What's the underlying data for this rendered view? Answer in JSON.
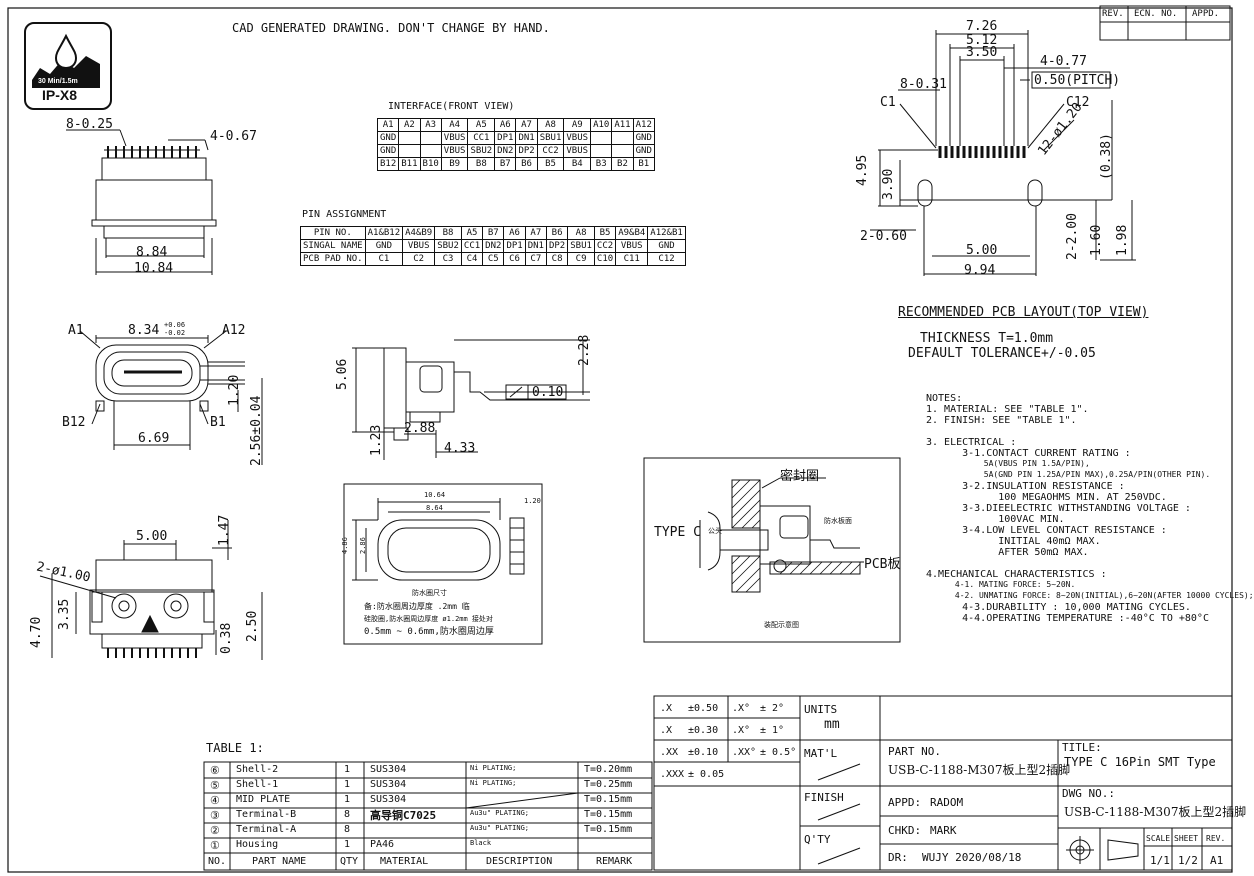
{
  "header": {
    "cad_note": "CAD GENERATED DRAWING. DON'T CHANGE BY HAND.",
    "rev_headers": [
      "REV.",
      "ECN. NO.",
      "APPD."
    ]
  },
  "badge": {
    "subtitle": "30 Min/1.5m",
    "title": "IP-X8"
  },
  "interface": {
    "title": "INTERFACE(FRONT VIEW)",
    "rows": [
      [
        "A1",
        "A2",
        "A3",
        "A4",
        "A5",
        "A6",
        "A7",
        "A8",
        "A9",
        "A10",
        "A11",
        "A12"
      ],
      [
        "GND",
        "",
        "",
        "VBUS",
        "CC1",
        "DP1",
        "DN1",
        "SBU1",
        "VBUS",
        "",
        "",
        "GND"
      ],
      [
        "GND",
        "",
        "",
        "VBUS",
        "SBU2",
        "DN2",
        "DP2",
        "CC2",
        "VBUS",
        "",
        "",
        "GND"
      ],
      [
        "B12",
        "B11",
        "B10",
        "B9",
        "B8",
        "B7",
        "B6",
        "B5",
        "B4",
        "B3",
        "B2",
        "B1"
      ]
    ]
  },
  "pin_assignment": {
    "title": "PIN ASSIGNMENT",
    "rows": [
      [
        "PIN NO.",
        "A1&B12",
        "A4&B9",
        "B8",
        "A5",
        "B7",
        "A6",
        "A7",
        "B6",
        "A8",
        "B5",
        "A9&B4",
        "A12&B1"
      ],
      [
        "SINGAL NAME",
        "GND",
        "VBUS",
        "SBU2",
        "CC1",
        "DN2",
        "DP1",
        "DN1",
        "DP2",
        "SBU1",
        "CC2",
        "VBUS",
        "GND"
      ],
      [
        "PCB PAD NO.",
        "C1",
        "C2",
        "C3",
        "C4",
        "C5",
        "C6",
        "C7",
        "C8",
        "C9",
        "C10",
        "C11",
        "C12"
      ]
    ]
  },
  "dims": {
    "d_8_025": "8-0.25",
    "d_4_067": "4-0.67",
    "d_884": "8.84",
    "d_1084": "10.84",
    "a1": "A1",
    "a12": "A12",
    "d_834": "8.34",
    "d_834_tol_up": "+0.06",
    "d_834_tol_dn": "-0.02",
    "b12": "B12",
    "b1": "B1",
    "d_669": "6.69",
    "d_120": "1.20",
    "d_256": "2.56±0.04",
    "d_500b": "5.00",
    "d_147": "1.47",
    "d_2phi100": "2-ø1.00",
    "d_335": "3.35",
    "d_470": "4.70",
    "d_038": "0.38",
    "d_250": "2.50",
    "d_506": "5.06",
    "d_228": "2.28",
    "d_288": "2.88",
    "d_123": "1.23",
    "d_433": "4.33",
    "d_010": "0.10",
    "d_726": "7.26",
    "d_512": "5.12",
    "d_350": "3.50",
    "d_4_077": "4-0.77",
    "d_pitch": "0.50(PITCH)",
    "d_8_031": "8-0.31",
    "c1": "C1",
    "c12": "C12",
    "d_12phi120": "12-ø1.20",
    "d_495": "4.95",
    "d_390": "3.90",
    "d_038p": "(0.38)",
    "d_2_060": "2-0.60",
    "d_500": "5.00",
    "d_994": "9.94",
    "d_2_200": "2-2.00",
    "d_160": "1.60",
    "d_198": "1.98",
    "d_1064": "10.64",
    "d_864": "8.64",
    "d_486": "4.86",
    "d_286": "2.86",
    "d_120s": "1.20"
  },
  "panel_notes": {
    "caption": "防水圈尺寸",
    "line1": "备:防水圈周边厚度 .2mm 临",
    "line2": "硅胶圈,防水圈周边厚度 ø1.2mm 接处对",
    "line3": "0.5mm ~ 0.6mm,防水圈周边厚"
  },
  "section": {
    "seal": "密封圈",
    "typec": "TYPE C",
    "plug": "公头",
    "waterproof": "防水板面",
    "pcb": "PCB板",
    "caption": "装配示意图"
  },
  "pcb_layout": {
    "title": "RECOMMENDED PCB LAYOUT(TOP VIEW)",
    "thickness": "THICKNESS T=1.0mm",
    "tolerance": "DEFAULT TOLERANCE+/-0.05"
  },
  "notes": {
    "lines": [
      "NOTES:",
      "1. MATERIAL: SEE \"TABLE 1\".",
      "2. FINISH: SEE \"TABLE 1\".",
      "",
      "3. ELECTRICAL :",
      "      3-1.CONTACT CURRENT RATING :",
      "            5A(VBUS PIN 1.5A/PIN),",
      "            5A(GND PIN 1.25A/PIN MAX),0.25A/PIN(OTHER PIN).",
      "      3-2.INSULATION RESISTANCE :",
      "            100 MEGAOHMS MIN. AT 250VDC.",
      "      3-3.DIEELECTRIC WITHSTANDING VOLTAGE :",
      "            100VAC MIN.",
      "      3-4.LOW LEVEL CONTACT RESISTANCE :",
      "            INITIAL 40mΩ MAX.",
      "            AFTER 50mΩ MAX.",
      "",
      "4.MECHANICAL CHARACTERISTICS :",
      "      4-1. MATING FORCE: 5~20N.",
      "      4-2. UNMATING FORCE: 8~20N(INITIAL),6~20N(AFTER 10000 CYCLES);",
      "      4-3.DURABILITY : 10,000 MATING CYCLES.",
      "      4-4.OPERATING TEMPERATURE :-40°C TO +80°C"
    ]
  },
  "table1": {
    "title": "TABLE 1:",
    "rows": [
      {
        "no": "⑥",
        "name": "Shell-2",
        "qty": "1",
        "mat": "SUS304",
        "desc": "Ni PLATING;",
        "rem": "T=0.20mm"
      },
      {
        "no": "⑤",
        "name": "Shell-1",
        "qty": "1",
        "mat": "SUS304",
        "desc": "Ni PLATING;",
        "rem": "T=0.25mm"
      },
      {
        "no": "④",
        "name": "MID PLATE",
        "qty": "1",
        "mat": "SUS304",
        "desc": "",
        "rem": "T=0.15mm"
      },
      {
        "no": "③",
        "name": "Terminal-B",
        "qty": "8",
        "mat": "高导铜C7025",
        "desc": "Au3u\" PLATING;",
        "rem": "T=0.15mm"
      },
      {
        "no": "②",
        "name": "Terminal-A",
        "qty": "8",
        "mat": "",
        "desc": "Au3u\" PLATING;",
        "rem": "T=0.15mm"
      },
      {
        "no": "①",
        "name": "Housing",
        "qty": "1",
        "mat": "PA46",
        "desc": "Black",
        "rem": ""
      }
    ],
    "headers": {
      "no": "NO.",
      "name": "PART NAME",
      "qty": "QTY",
      "mat": "MATERIAL",
      "desc": "DESCRIPTION",
      "rem": "REMARK"
    }
  },
  "title_block": {
    "tol": [
      [
        ".X",
        "±0.50",
        ".X°",
        "± 2°"
      ],
      [
        ".X",
        "±0.30",
        ".X°",
        "± 1°"
      ],
      [
        ".XX",
        "±0.10",
        ".XX°",
        "± 0.5°"
      ],
      [
        ".XXX",
        "± 0.05",
        "",
        ""
      ]
    ],
    "units_label": "UNITS",
    "units_value": "mm",
    "matl_label": "MAT'L",
    "finish_label": "FINISH",
    "qty_label": "Q'TY",
    "part_no_label": "PART NO.",
    "part_no": "USB-C-1188-M307板上型2插脚",
    "title_label": "TITLE:",
    "title": "TYPE C 16Pin  SMT Type",
    "dwg_no_label": "DWG NO.:",
    "dwg_no": "USB-C-1188-M307板上型2插脚",
    "appd_label": "APPD:",
    "appd": "RADOM",
    "chkd_label": "CHKD:",
    "chkd": "MARK",
    "dr_label": "DR:",
    "dr": "WUJY 2020/08/18",
    "scale_label": "SCALE",
    "sheet_label": "SHEET",
    "rev_label": "REV.",
    "scale": "1/1",
    "sheet": "1/2",
    "rev": "A1"
  }
}
